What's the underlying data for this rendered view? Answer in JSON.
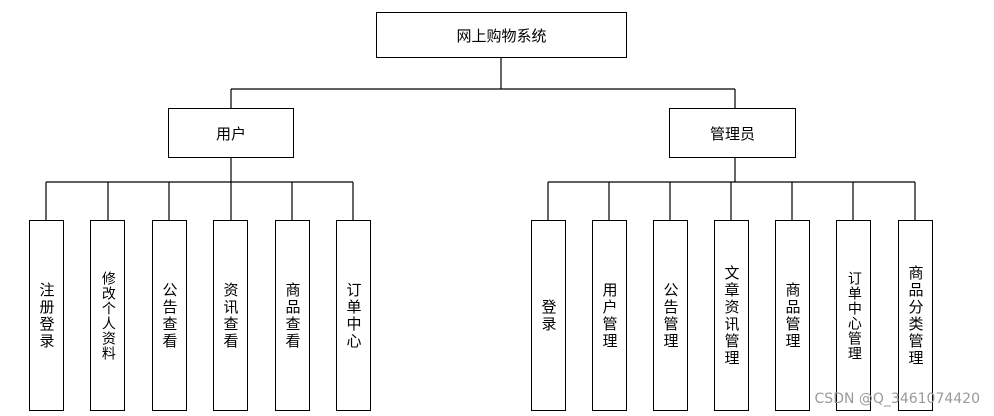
{
  "root": {
    "label": "网上购物系统"
  },
  "user": {
    "label": "用户",
    "children": [
      "注册登录",
      "修改个人资料",
      "公告查看",
      "资讯查看",
      "商品查看",
      "订单中心"
    ]
  },
  "admin": {
    "label": "管理员",
    "children": [
      "登录",
      "用户管理",
      "公告管理",
      "文章资讯管理",
      "商品管理",
      "订单中心管理",
      "商品分类管理"
    ]
  },
  "watermark": "CSDN @Q_3461074420"
}
